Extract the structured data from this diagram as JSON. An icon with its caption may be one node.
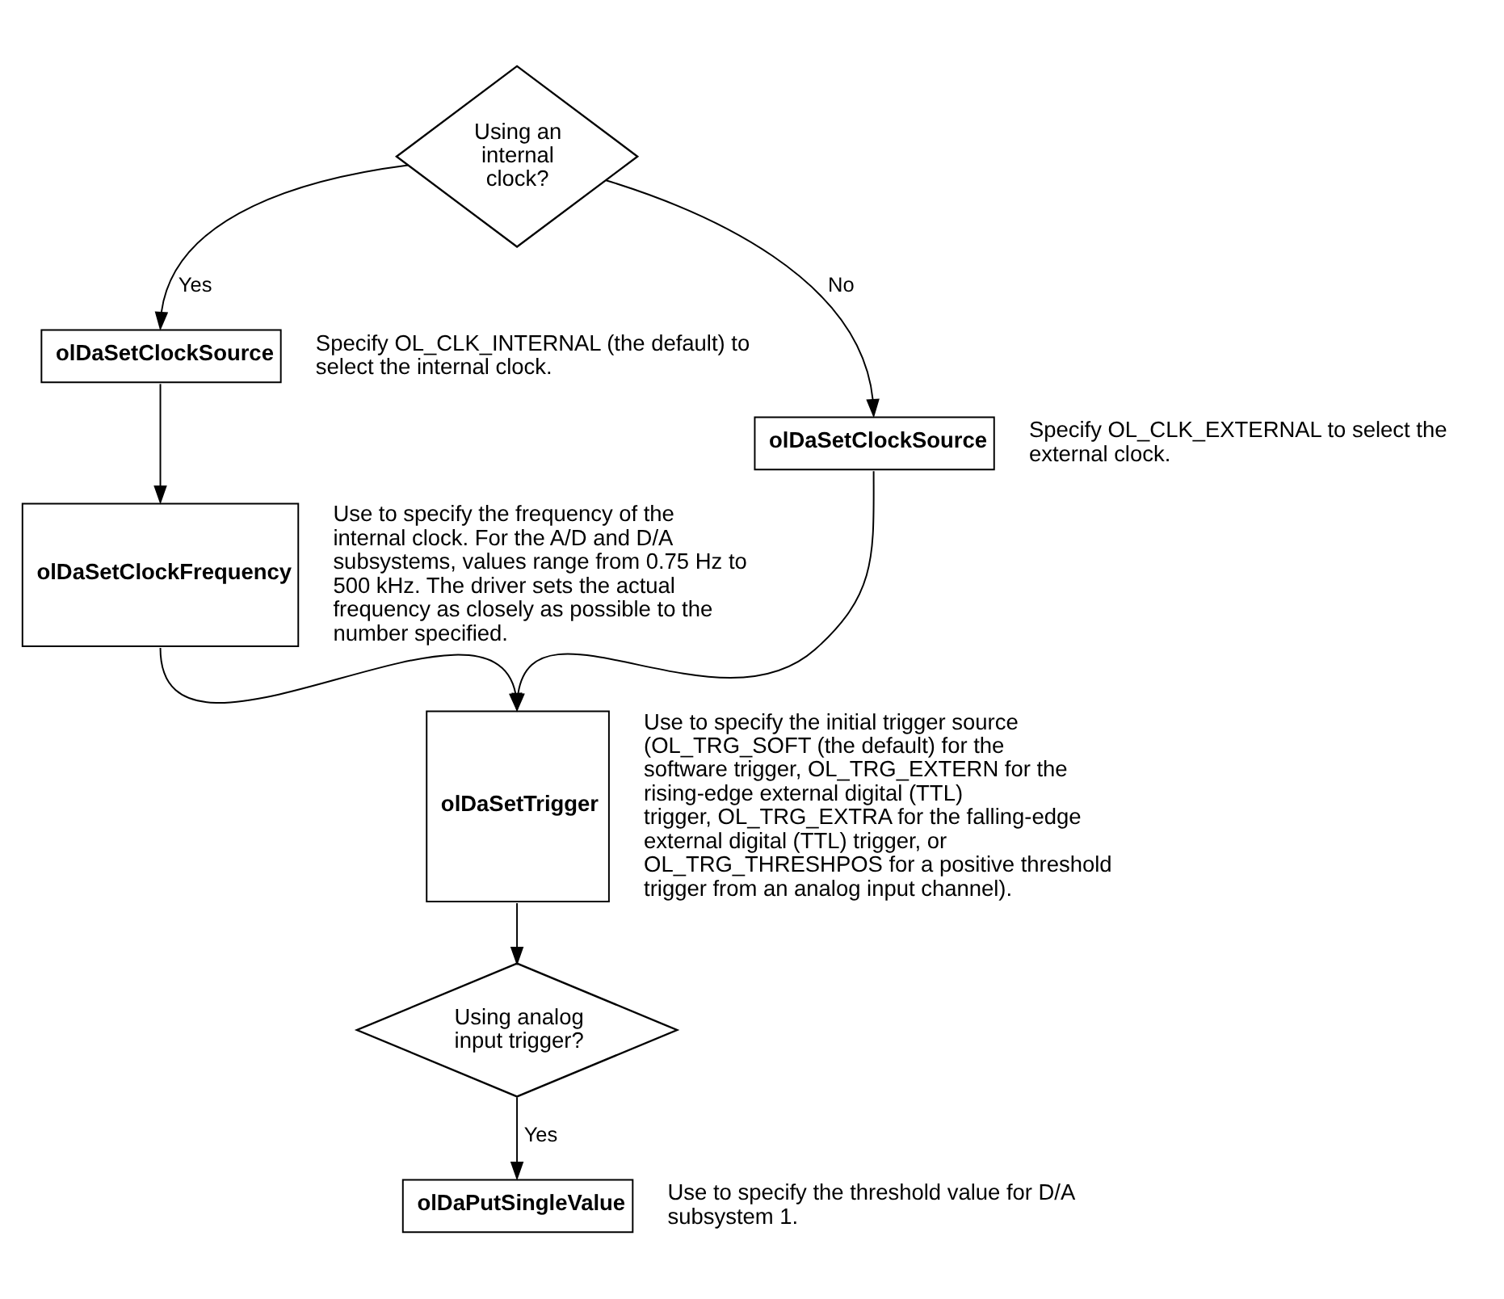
{
  "diagram": {
    "nodes": [
      {
        "text": [
          "Using an internal clock?"
        ]
      },
      {
        "text": [
          "olDaSetClockSource"
        ],
        "beside": [
          "Specify OL_CLK_INTERNAL (the default) to select the internal clock."
        ]
      },
      {
        "text": [
          "olDaSetClockFrequency"
        ],
        "beside": [
          "Use to specify the frequency of the internal clock. For the A/D and D/A subsystems, values range from 0.75 Hz to 500 kHz. The driver sets the actual frequency as closely as possible to the number specified."
        ]
      },
      {
        "text": [
          "olDaSetClockSource"
        ],
        "beside": [
          "Specify OL_CLK_EXTERNAL to select the external clock."
        ]
      },
      {
        "text": [
          "olDaSetTrigger"
        ],
        "beside": [
          "Use to specify the initial trigger source (OL_TRG_SOFT (the default) for the software trigger, OL_TRG_EXTERN for the rising-edge external digital (TTL) trigger, OL_TRG_EXTRA for the falling-edge external digital (TTL) trigger, or OL_TRG_THRESHPOS for a positive threshold trigger from an analog input channel)."
        ]
      },
      {
        "text": [
          "Using analog input trigger?"
        ]
      },
      {
        "text": [
          "olDaPutSingleValue"
        ],
        "beside": [
          "Use to specify the threshold value for D/A subsystem 1."
        ]
      }
    ],
    "edges": [
      {
        "from": 0,
        "to": 1,
        "arrow": "to",
        "label": "Yes"
      },
      {
        "from": 1,
        "to": 2,
        "arrow": "to"
      },
      {
        "from": 0,
        "to": 3,
        "arrow": "to",
        "label": "No"
      },
      {
        "from": 3,
        "to": 4,
        "arrow": "to"
      },
      {
        "from": 2,
        "to": 4,
        "arrow": "to"
      },
      {
        "from": 4,
        "to": 5,
        "arrow": "to"
      },
      {
        "from": 5,
        "to": 6,
        "arrow": "to",
        "label": "Yes"
      }
    ]
  }
}
